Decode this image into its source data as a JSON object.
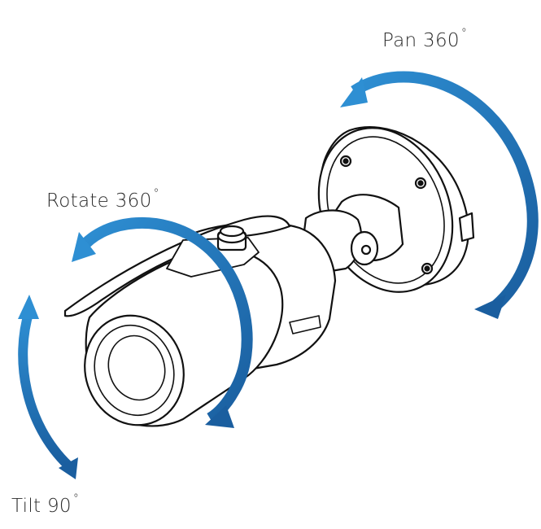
{
  "labels": {
    "pan": {
      "text": "Pan 360",
      "degree": "°"
    },
    "rotate": {
      "text": "Rotate 360",
      "degree": "°"
    },
    "tilt": {
      "text": "Tilt 90",
      "degree": "°"
    }
  },
  "colors": {
    "arrow_dark": "#1a5e9f",
    "arrow_light": "#2e8fd3",
    "line": "#111111",
    "background": "#ffffff"
  },
  "icons": {
    "camera": "bullet-camera-icon",
    "mount": "wall-mount-icon"
  }
}
